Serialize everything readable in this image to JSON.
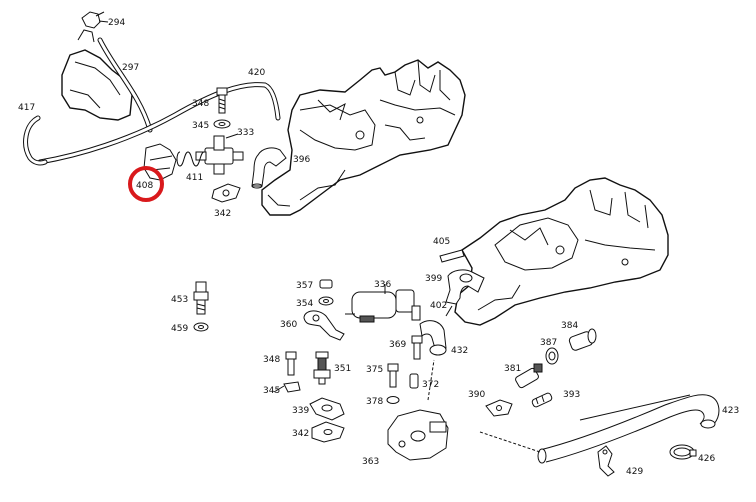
{
  "callouts": {
    "c294": "294",
    "c297": "297",
    "c420": "420",
    "c417": "417",
    "c348a": "348",
    "c345a": "345",
    "c333": "333",
    "c396": "396",
    "c411": "411",
    "c408": "408",
    "c342a": "342",
    "c405": "405",
    "c399": "399",
    "c336": "336",
    "c357": "357",
    "c354": "354",
    "c402": "402",
    "c453": "453",
    "c459": "459",
    "c360": "360",
    "c369": "369",
    "c432": "432",
    "c384": "384",
    "c387": "387",
    "c348b": "348",
    "c351": "351",
    "c375": "375",
    "c372": "372",
    "c381": "381",
    "c345b": "345",
    "c378": "378",
    "c390": "390",
    "c393": "393",
    "c339": "339",
    "c342b": "342",
    "c423": "423",
    "c363": "363",
    "c426": "426",
    "c429": "429"
  },
  "highlight": {
    "color": "#d9191c",
    "part": "408"
  },
  "colors": {
    "ink": "#111111",
    "background": "#ffffff"
  }
}
